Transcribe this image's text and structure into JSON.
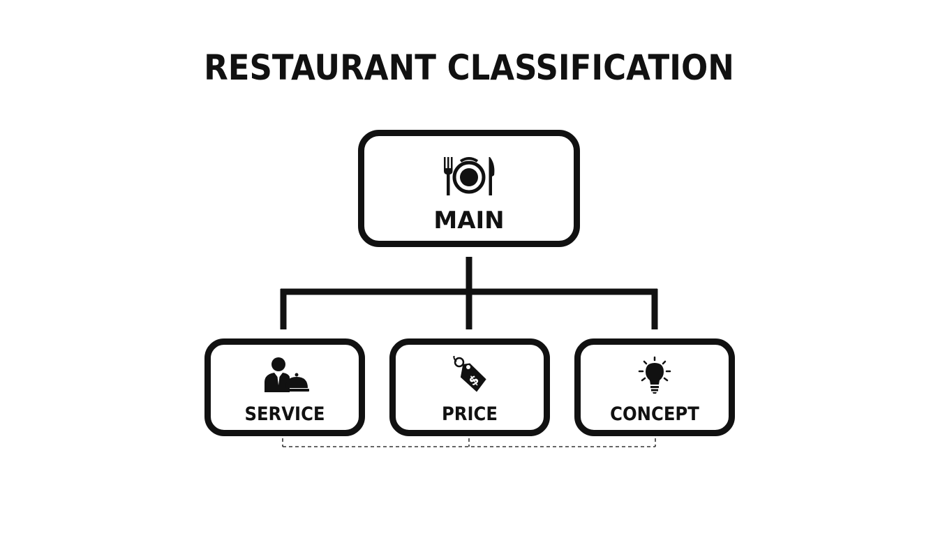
{
  "title": "RESTAURANT CLASSIFICATION",
  "nodes": {
    "main": {
      "label": "MAIN",
      "icon": "plate-fork-knife-icon"
    },
    "children": [
      {
        "label": "SERVICE",
        "icon": "waiter-cloche-icon"
      },
      {
        "label": "PRICE",
        "icon": "price-tag-dollar-icon"
      },
      {
        "label": "CONCEPT",
        "icon": "light-bulb-icon"
      }
    ]
  },
  "colors": {
    "stroke": "#111111",
    "background": "#ffffff"
  }
}
